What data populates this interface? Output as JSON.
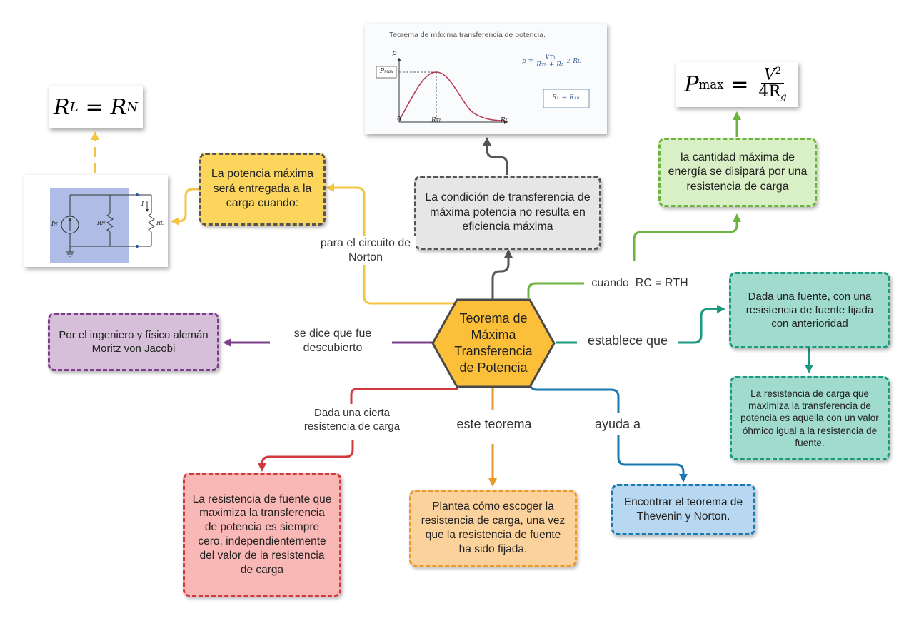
{
  "center": {
    "title": "Teorema de Máxima Transferencia de Potencia"
  },
  "nodes": {
    "top_gray": "La condición de transferencia de máxima potencia no resulta en eficiencia máxima",
    "norton_yellow": "La potencia máxima será entregada a la carga cuando:",
    "green_top": "la cantidad máxima de energía se disipará por una resistencia de carga",
    "teal_top": "Dada una fuente, con una resistencia de fuente fijada con anterioridad",
    "teal_bottom": "La resistencia de carga que maximiza la transferencia de potencia es aquella con un valor óhmico igual a la resistencia de fuente.",
    "purple": "Por el ingeniero y físico alemán Moritz von Jacobi",
    "red": "La resistencia de fuente que maximiza la transferencia de potencia es siempre cero, independientemente del valor de la resistencia de carga",
    "orange": "Plantea cómo escoger la resistencia de carga, una vez que la resistencia de fuente ha sido fijada.",
    "blue": "Encontrar el teorema de Thevenin y Norton."
  },
  "links": {
    "norton": "para el circuito de Norton",
    "rc_rth": "cuando  RC = RTH",
    "establece": "establece que",
    "descubierto": "se dice que fue descubierto",
    "dada": "Dada una cierta resistencia de carga",
    "este": "este teorema",
    "ayuda": "ayuda a"
  },
  "formulas": {
    "rl": {
      "a": "R",
      "a_sub": "L",
      "eq": "=",
      "b": "R",
      "b_sub": "N"
    },
    "pmax": {
      "p": "P",
      "p_sub": "max",
      "eq": "=",
      "num": "V",
      "num_sup": "2",
      "den": "4R",
      "den_sub": "g"
    }
  },
  "graph": {
    "title": "Teorema de máxima transferencia de potencia.",
    "y_axis": "p",
    "pmax_label": "P",
    "pmax_sub": "max",
    "origin": "0",
    "rth_label": "R",
    "rth_sub": "Th",
    "rl_label": "R",
    "rl_sub": "L",
    "eq_p": "p =",
    "eq_vth": "V",
    "eq_vth_sub": "Th",
    "eq_den": "R",
    "eq_den_sub": "Th",
    "eq_den_plus": "+ R",
    "eq_den_sub2": "L",
    "eq_exp": "2",
    "eq_rl": "R",
    "eq_rl_sub": "L",
    "cond_a": "R",
    "cond_a_sub": "L",
    "cond_eq": "= R",
    "cond_b_sub": "Th"
  },
  "circuit": {
    "source": "I",
    "source_sub": "N",
    "rn": "R",
    "rn_sub": "N",
    "current": "I",
    "rl": "R",
    "rl_sub": "L"
  },
  "colors": {
    "yellow": "#f4c542",
    "gray": "#555555",
    "green": "#6db33f",
    "teal": "#1b9a80",
    "purple": "#7b3f8a",
    "red": "#d03a3f",
    "orange": "#e89a2c",
    "blue": "#1a78b0",
    "hex_fill": "#fbbf3a"
  }
}
